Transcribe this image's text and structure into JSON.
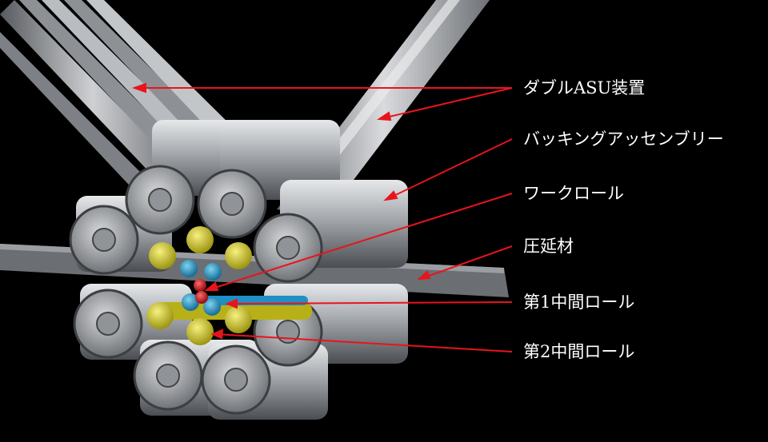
{
  "colors": {
    "background": "#000000",
    "leader_line": "#e8141c",
    "label_text": "#ffffff",
    "roll_steel": "#a9adb2",
    "first_intermediate_roll": "#1f8fc4",
    "second_intermediate_roll": "#c9c21a",
    "work_roll": "#c8161c"
  },
  "labels": [
    {
      "id": "double-asu",
      "text": "ダブルASU装置"
    },
    {
      "id": "backing-assembly",
      "text": "バッキングアッセンブリー"
    },
    {
      "id": "work-roll",
      "text": "ワークロール"
    },
    {
      "id": "rolled-material",
      "text": "圧延材"
    },
    {
      "id": "first-intermediate-roll",
      "text": "第1中間ロール"
    },
    {
      "id": "second-intermediate-roll",
      "text": "第2中間ロール"
    }
  ]
}
